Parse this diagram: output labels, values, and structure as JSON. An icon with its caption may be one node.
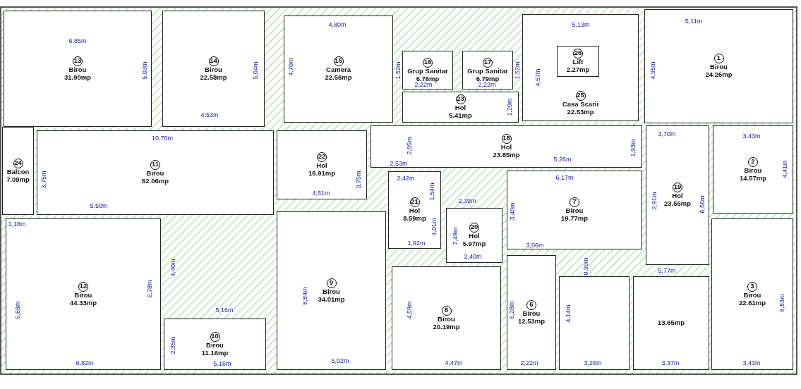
{
  "diagram": {
    "nodes": [
      {
        "text": [
          "13",
          "Birou",
          "31.90mp"
        ]
      },
      {
        "text": [
          "14",
          "Birou",
          "22.58mp"
        ]
      },
      {
        "text": [
          "15",
          "Camera",
          "22.56mp"
        ]
      },
      {
        "text": [
          "16",
          "Grup Sanitar",
          "6.76mp"
        ]
      },
      {
        "text": [
          "17",
          "Grup Sanitar",
          "6.79mp"
        ]
      },
      {
        "text": [
          "25",
          "Casa Scarii",
          "22.53mp"
        ]
      },
      {
        "text": [
          "26",
          "Lift",
          "2.27mp"
        ],
        "in": 5
      },
      {
        "text": [
          "1",
          "Birou",
          "24.26mp"
        ]
      },
      {
        "text": [
          "23",
          "Hol",
          "5.41mp"
        ]
      },
      {
        "text": [
          "18",
          "Hol",
          "23.85mp"
        ]
      },
      {
        "text": [
          "24",
          "Balcon",
          "7.09mp"
        ]
      },
      {
        "text": [
          "22",
          "Hol",
          "16.91mp"
        ]
      },
      {
        "text": [
          "11",
          "Birou",
          "62.06mp"
        ]
      },
      {
        "text": [
          "2",
          "Birou",
          "14.57mp"
        ]
      },
      {
        "text": [
          "19",
          "Hol",
          "23.55mp"
        ]
      },
      {
        "text": [
          "7",
          "Birou",
          "19.77mp"
        ]
      },
      {
        "text": [
          "21",
          "Hol",
          "8.59mp"
        ]
      },
      {
        "text": [
          "20",
          "Hol",
          "5.97mp"
        ]
      },
      {
        "text": [
          "12",
          "Birou",
          "44.33mp"
        ]
      },
      {
        "text": [
          "9",
          "Birou",
          "34.01mp"
        ]
      },
      {
        "text": [
          "3",
          "Birou",
          "22.61mp"
        ]
      },
      {
        "text": [
          "6",
          "Birou",
          "12.53mp"
        ]
      },
      {
        "text": [
          "8",
          "Birou",
          "20.19mp"
        ]
      },
      {
        "text": [
          "10",
          "Birou",
          "11.16mp"
        ]
      },
      {
        "text": [],
        "shape": "box"
      },
      {
        "text": [
          "13.65mp"
        ]
      }
    ],
    "labels": [
      "4,80m",
      "5,13m",
      "5,11m",
      "6,85m",
      "5,03m",
      "5,04m",
      "4,70m",
      "1,52m",
      "1,52m",
      "4,57m",
      "4,95m",
      "2,22m",
      "2,22m",
      "1,20m",
      "4,53m",
      "3,70m",
      "3,43m",
      "10,70m",
      "2,05m",
      "1,93m",
      "5,26m",
      "2,53m",
      "4,41m",
      "2,42m",
      "6,17m",
      "3,75m",
      "3,75m",
      "1,54m",
      "3,40m",
      "2,91m",
      "6,56m",
      "2,39m",
      "5,50m",
      "4,51m",
      "1,18m",
      "4,01m",
      "2,49m",
      "1,92m",
      "2,40m",
      "3,06m",
      "0,99m",
      "5,77m",
      "4,40m",
      "6,78m",
      "5,68m",
      "6,83m",
      "8,84m",
      "4,59m",
      "5,28m",
      "4,14m",
      "5,16m",
      "2,35m",
      "6,82m",
      "5,16m",
      "5,02m",
      "4,47m",
      "2,22m",
      "3,26m",
      "3,37m",
      "3,43m"
    ]
  }
}
